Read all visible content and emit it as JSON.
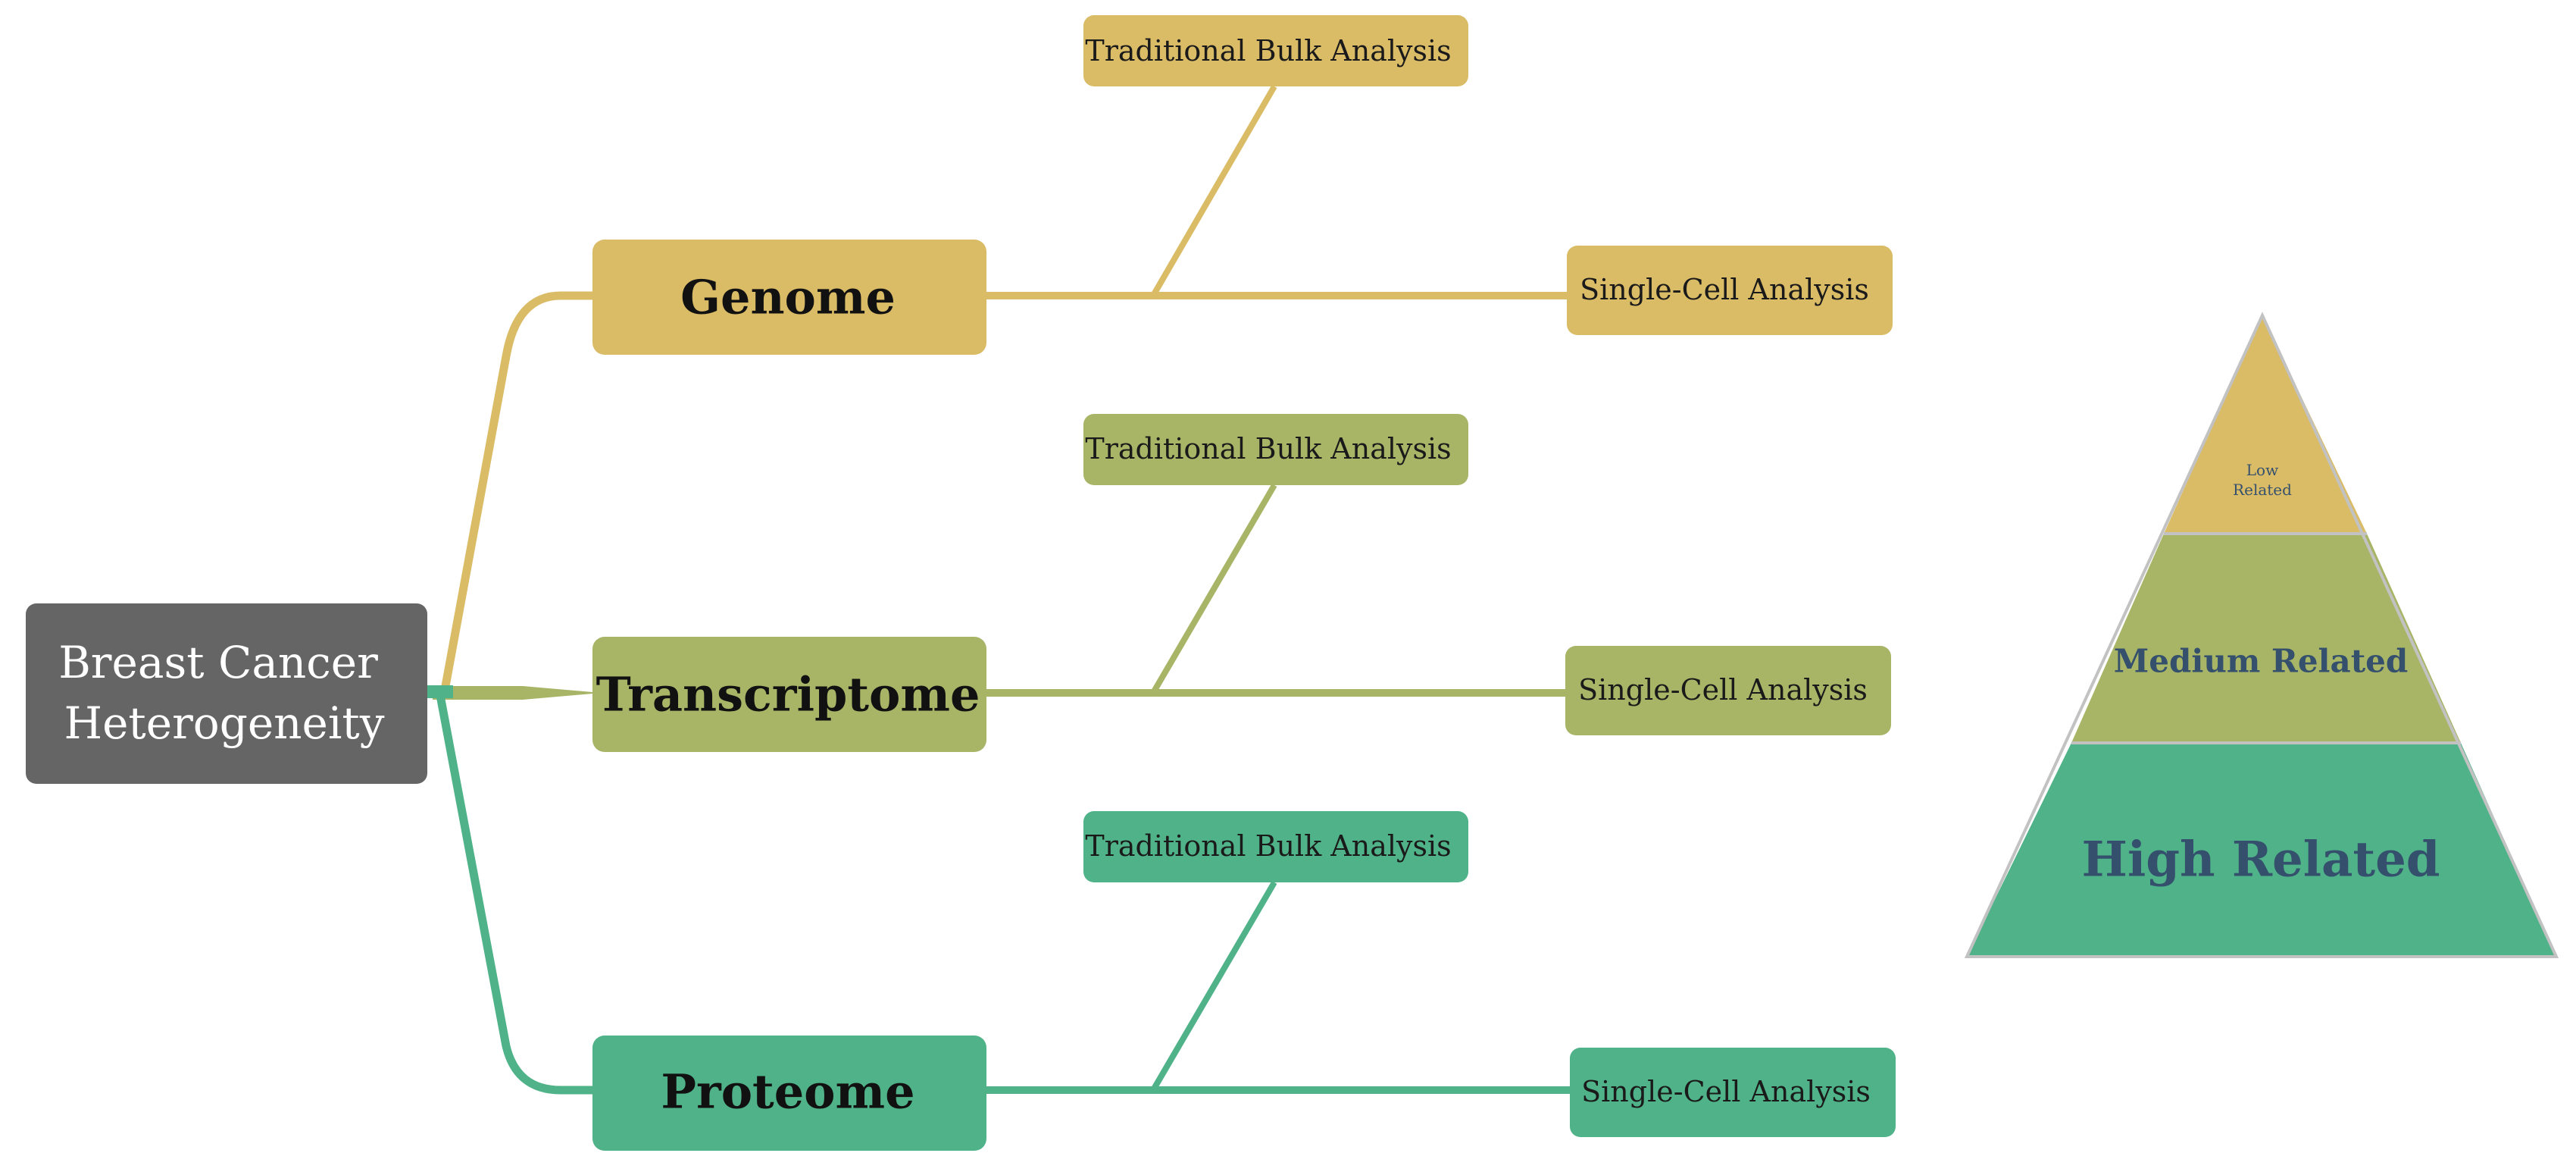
{
  "colors": {
    "root": "#656565",
    "genome": "#dabb66",
    "transcriptome": "#a8b566",
    "proteome": "#4fb288",
    "pyramid_text": "#34506d",
    "pyramid_outline": "#c2c2c2"
  },
  "root": {
    "line1": "Breast Cancer",
    "line2": "Heterogeneity"
  },
  "branches": [
    {
      "name": "Genome",
      "bulk": "Traditional Bulk Analysis",
      "single": "Single-Cell Analysis"
    },
    {
      "name": "Transcriptome",
      "bulk": "Traditional Bulk Analysis",
      "single": "Single-Cell Analysis"
    },
    {
      "name": "Proteome",
      "bulk": "Traditional Bulk Analysis",
      "single": "Single-Cell Analysis"
    }
  ],
  "pyramid": {
    "low_line1": "Low",
    "low_line2": "Related",
    "medium": "Medium Related",
    "high": "High Related"
  }
}
